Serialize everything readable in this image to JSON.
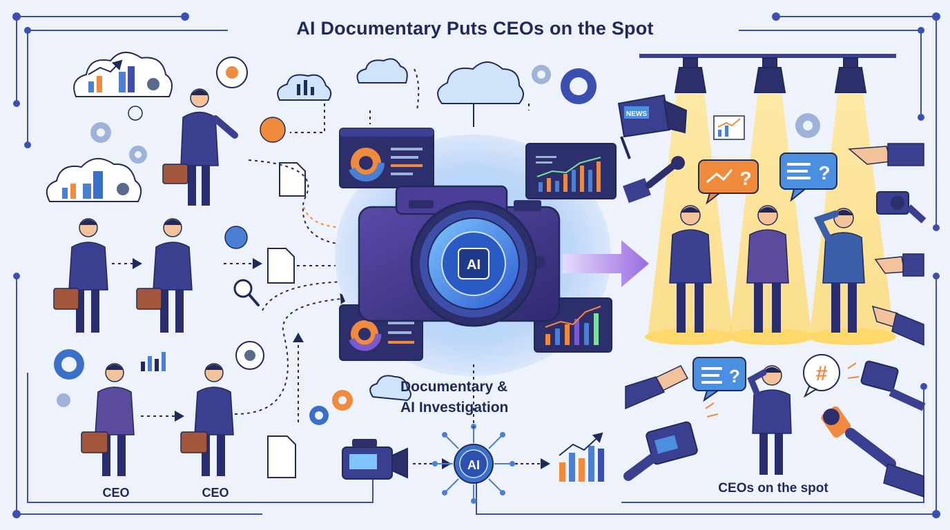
{
  "title": "AI Documentary Puts CEOs on the Spot",
  "labels": {
    "ceo_left": "CEO",
    "ceo_right": "CEO",
    "documentary_line1": "Documentary &",
    "documentary_line2": "AI Investigation",
    "ceos_on_spot": "CEOs on the spot"
  },
  "icons": {
    "camera_lens": "AI",
    "ai_chip": "AI",
    "news_camera": "NEWS",
    "question": "?",
    "hashtag": "#"
  },
  "colors": {
    "navy": "#1f2a5a",
    "suit": "#3b3f8f",
    "suit_purple": "#5b4a9e",
    "accent_blue": "#4a7fd4",
    "accent_orange": "#f08a3c",
    "spotlight": "#ffd86b",
    "frame": "#3a4fb0"
  }
}
